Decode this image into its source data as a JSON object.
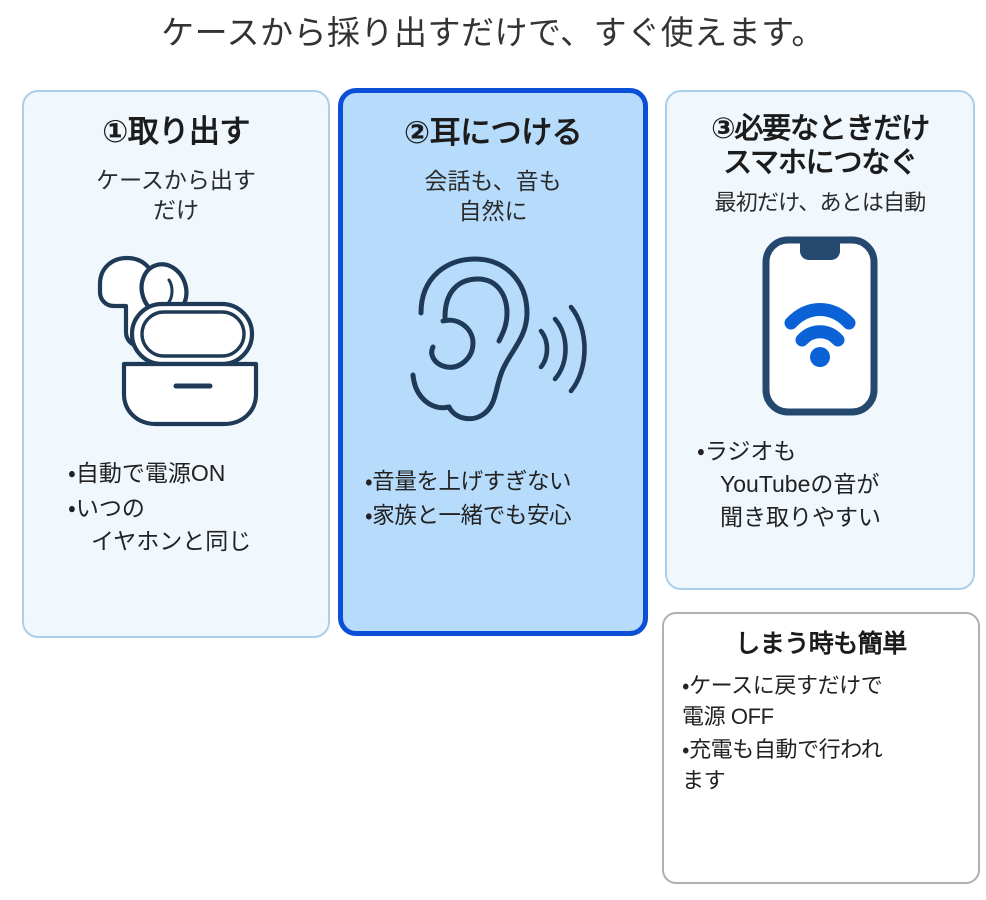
{
  "page": {
    "title": "ケースから採り出すだけで、すぐ使えます。"
  },
  "colors": {
    "accent_blue": "#0b4fd6",
    "card_light_bg": "#f0f7fd",
    "card_light_border": "#a9cfec",
    "card_accent_bg": "#b7dcfb",
    "card_plain_border": "#b0b0b0",
    "icon_navy": "#1f3a56",
    "text": "#2b2b2b"
  },
  "cards": [
    {
      "id": "step-1",
      "heading": "①取り出す",
      "subtitle": "ケースから出す\nだけ",
      "icon": "earbud-case-icon",
      "bullets": [
        "・自動で電源ON",
        "・いつの\n　イヤホンと同じ"
      ]
    },
    {
      "id": "step-2",
      "heading": "②耳につける",
      "subtitle": "会話も、音も\n自然に",
      "icon": "ear-hearing-icon",
      "bullets": [
        "・音量を上げすぎない",
        "・家族と一緒でも安心"
      ]
    },
    {
      "id": "step-3",
      "heading": "③必要なときだけ\nスマホにつなぐ",
      "subtitle": "最初だけ、あとは自動",
      "icon": "smartphone-wifi-icon",
      "bullets": [
        "・ラジオも\n　YouTubeの音が\n　聞き取りやすい"
      ]
    },
    {
      "id": "storage-note",
      "heading": "しまう時も簡単",
      "subtitle": "",
      "icon": "",
      "bullets": [
        "・ケースに戻すだけで\n電源 OFF",
        "・充電も自動で行われ\nます"
      ]
    }
  ]
}
